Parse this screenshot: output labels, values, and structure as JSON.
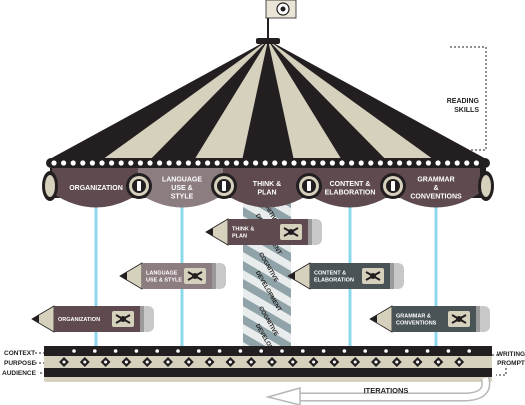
{
  "canopy_labels": [
    "ORGANIZATION",
    "LANGUAGE USE & STYLE",
    "THINK & PLAN",
    "CONTENT & ELABORATION",
    "GRAMMAR & CONVENTIONS"
  ],
  "pencil_labels": {
    "think_plan": "THINK & PLAN",
    "language": "LANGUAGE USE & STYLE",
    "content": "CONTENT & ELABORATION",
    "organization": "ORGANIZATION",
    "grammar": "GRAMMAR & CONVENTIONS"
  },
  "pole_text": [
    "COGNITIVE",
    "DEVELOPMENT",
    "COGNITIVE",
    "DEVELOPMENT",
    "COGNITIVE",
    "DEVELOPMENT"
  ],
  "reading_skills": "READING SKILLS",
  "left_labels": [
    "CONTEXT",
    "PURPOSE",
    "AUDIENCE"
  ],
  "writing_prompt": "WRITING PROMPT",
  "iterations": "ITERATIONS",
  "colors": {
    "dark": "#231f20",
    "cream": "#d6d1bd",
    "mauve": "#5f4b4f",
    "slate": "#4a5356",
    "rose_grey": "#8c7d80",
    "cyan": "#8ed8ec"
  }
}
